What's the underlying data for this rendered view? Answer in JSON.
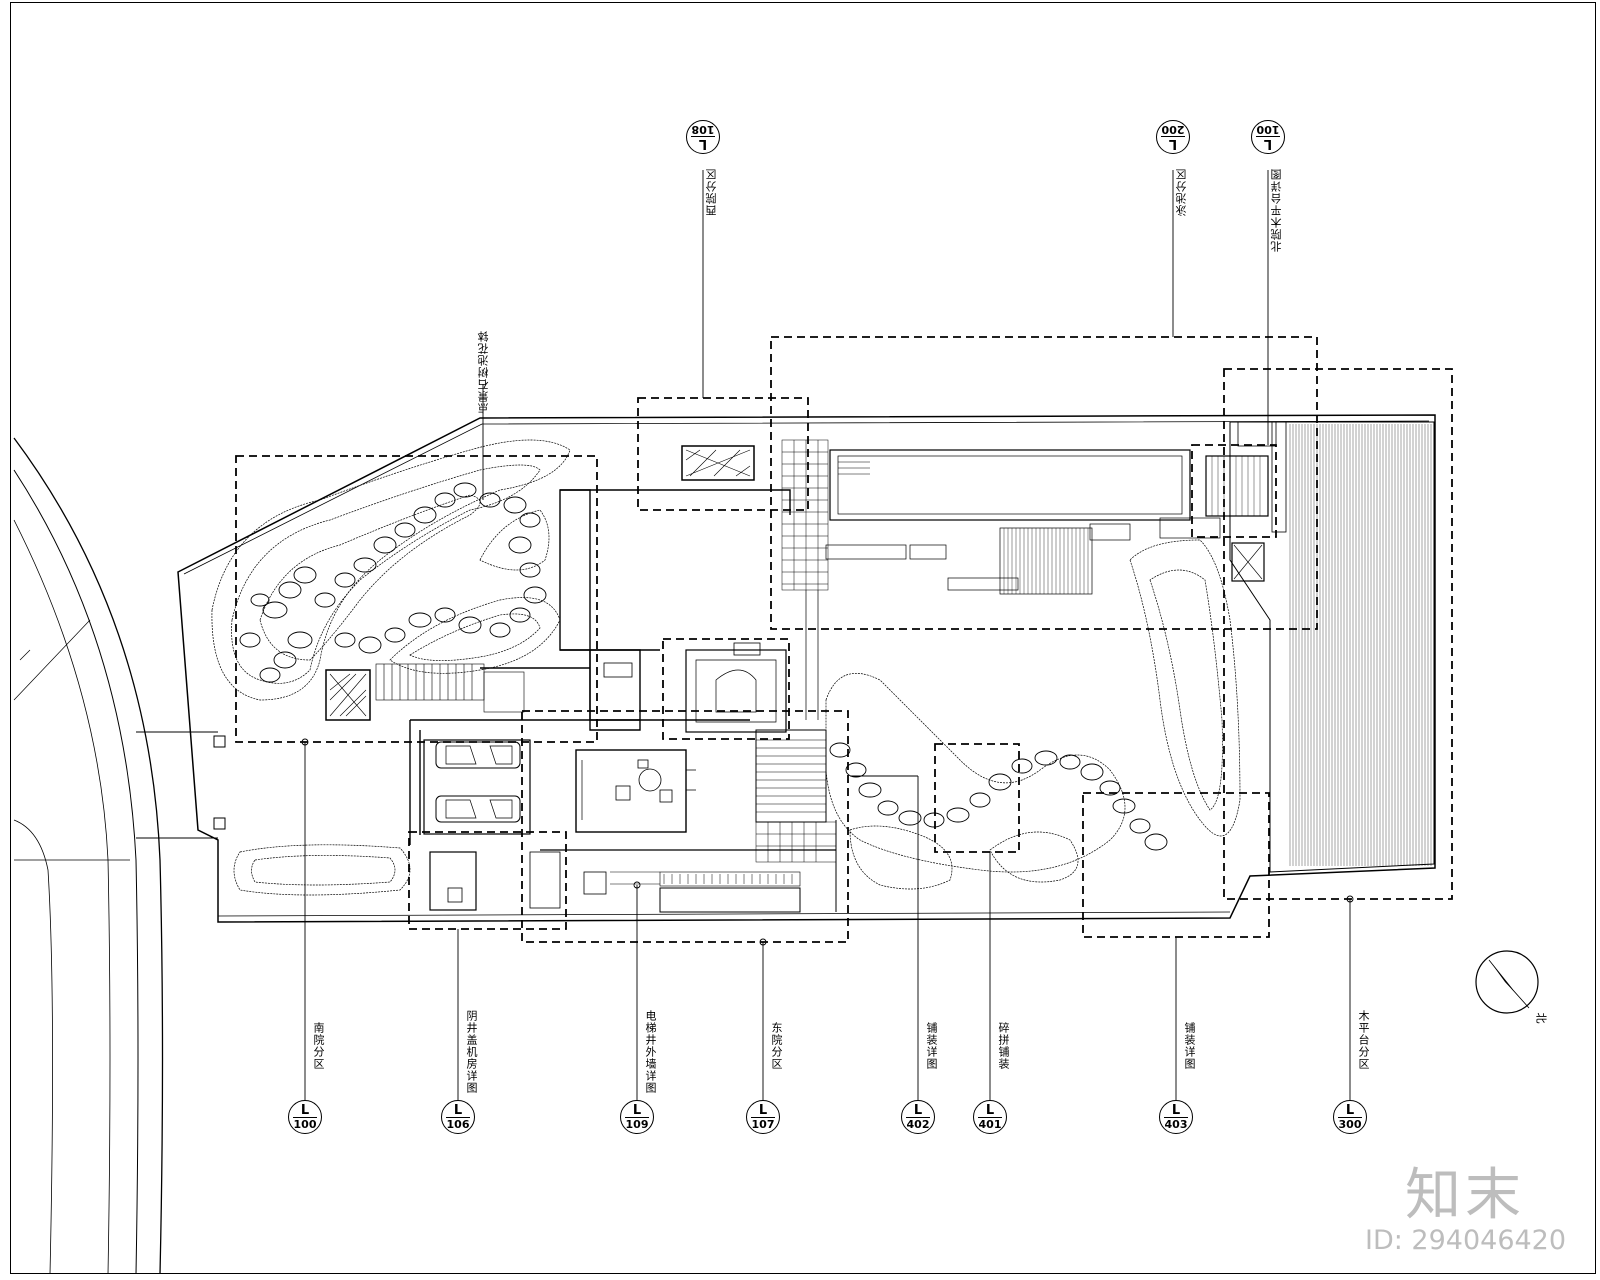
{
  "drawing": {
    "top_callouts": [
      {
        "code": "L",
        "sheet": "108",
        "label": "西院分区"
      },
      {
        "code": "L",
        "sheet": "200",
        "label": "泳池分区"
      },
      {
        "code": "L",
        "sheet": "100",
        "label": "北院木平台详图"
      }
    ],
    "bottom_callouts": [
      {
        "code": "L",
        "sheet": "100",
        "label": "南院分区"
      },
      {
        "code": "L",
        "sheet": "106",
        "label": "阴井盖机房详图"
      },
      {
        "code": "L",
        "sheet": "109",
        "label": "电梯井外墙详图"
      },
      {
        "code": "L",
        "sheet": "107",
        "label": "东院分区"
      },
      {
        "code": "L",
        "sheet": "402",
        "label": "铺装详图"
      },
      {
        "code": "L",
        "sheet": "401",
        "label": "碎拼铺装"
      },
      {
        "code": "L",
        "sheet": "403",
        "label": "铺装详图"
      },
      {
        "code": "L",
        "sheet": "300",
        "label": "木平台分区"
      }
    ],
    "plant_note": "点景石树池花钵",
    "north_label": "北"
  },
  "brand": {
    "logo": "知末",
    "id_label": "ID: 294046420"
  },
  "icons": {
    "north_arrow": "north-arrow-icon"
  }
}
